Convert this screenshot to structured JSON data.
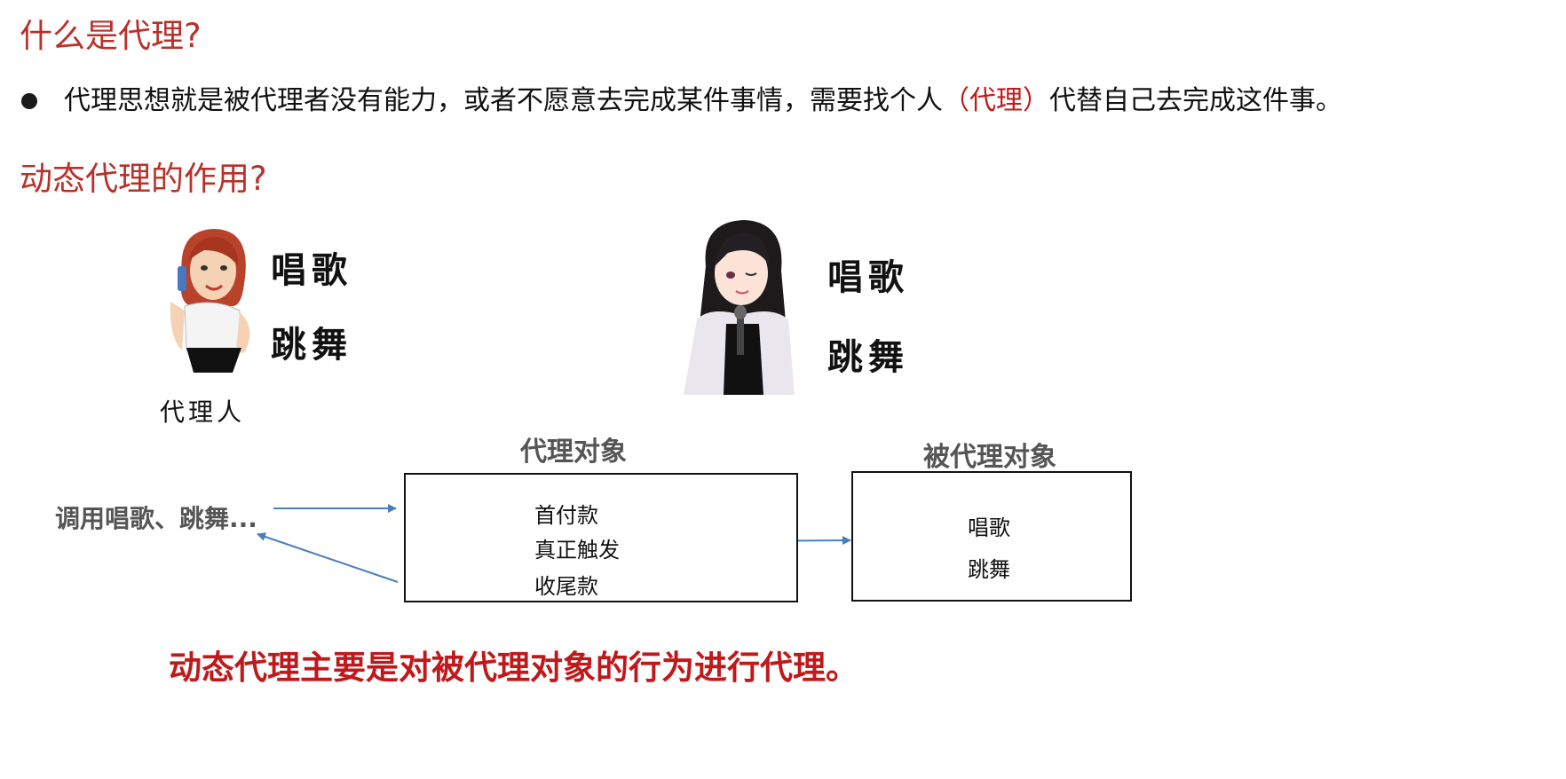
{
  "section1": {
    "title": "什么是代理?",
    "bullet": {
      "before": "代理思想就是被代理者没有能力，或者不愿意去完成某件事情，需要找个人",
      "highlight": "（代理）",
      "after": "代替自己去完成这件事。"
    }
  },
  "section2": {
    "title": "动态代理的作用?",
    "agent": {
      "sing": "唱歌",
      "dance": "跳舞",
      "caption": "代理人"
    },
    "star": {
      "sing": "唱歌",
      "dance": "跳舞"
    },
    "diagram": {
      "caller_label": "调用唱歌、跳舞...",
      "proxy_title": "代理对象",
      "proxy_steps": [
        "首付款",
        "真正触发",
        "收尾款"
      ],
      "target_title": "被代理对象",
      "target_methods": [
        "唱歌",
        "跳舞"
      ]
    },
    "conclusion": "动态代理主要是对被代理对象的行为进行代理。"
  },
  "colors": {
    "heading": "#b8312b",
    "highlight": "#c0191b",
    "arrow": "#4a7ebb"
  }
}
